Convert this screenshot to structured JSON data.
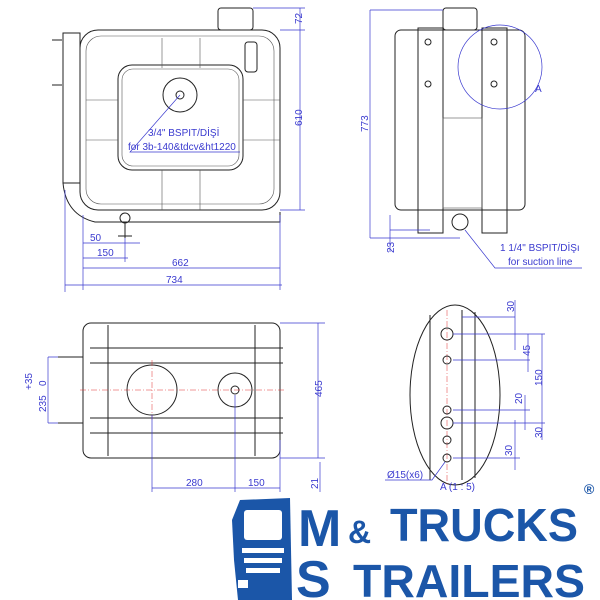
{
  "front_view": {
    "dim_cap": "72",
    "dim_height": "610",
    "dim_50": "50",
    "dim_150": "150",
    "dim_662": "662",
    "dim_734": "734",
    "port_label_1": "3/4\" BSPIT/DİŞİ",
    "port_label_2": "for 3b-140&tdcv&ht1220"
  },
  "side_view": {
    "dim_total": "773",
    "dim_23": "23",
    "detail_marker": "A",
    "suction_label_1": "1 1/4\" BSPIT/DİŞı",
    "suction_label_2": "for suction line"
  },
  "top_view": {
    "dim_plus35": "+35",
    "dim_0": "0",
    "dim_235": "235",
    "dim_465": "465",
    "dim_21": "21",
    "dim_280": "280",
    "dim_150": "150"
  },
  "detail_a": {
    "dim_30_top": "30",
    "dim_45": "45",
    "dim_150": "150",
    "dim_20": "20",
    "dim_30_mid": "30",
    "dim_30_bot": "30",
    "hole_label": "Ø15(x6)",
    "scale_label": "A (1 : 5)"
  },
  "logo": {
    "ms_m": "M",
    "ms_s": "S",
    "trucks": "TRUCKS",
    "amp": "&",
    "trailers": "TRAILERS",
    "registered": "®"
  },
  "colors": {
    "dimension": "#3a3acf",
    "logo": "#1b56a8"
  }
}
